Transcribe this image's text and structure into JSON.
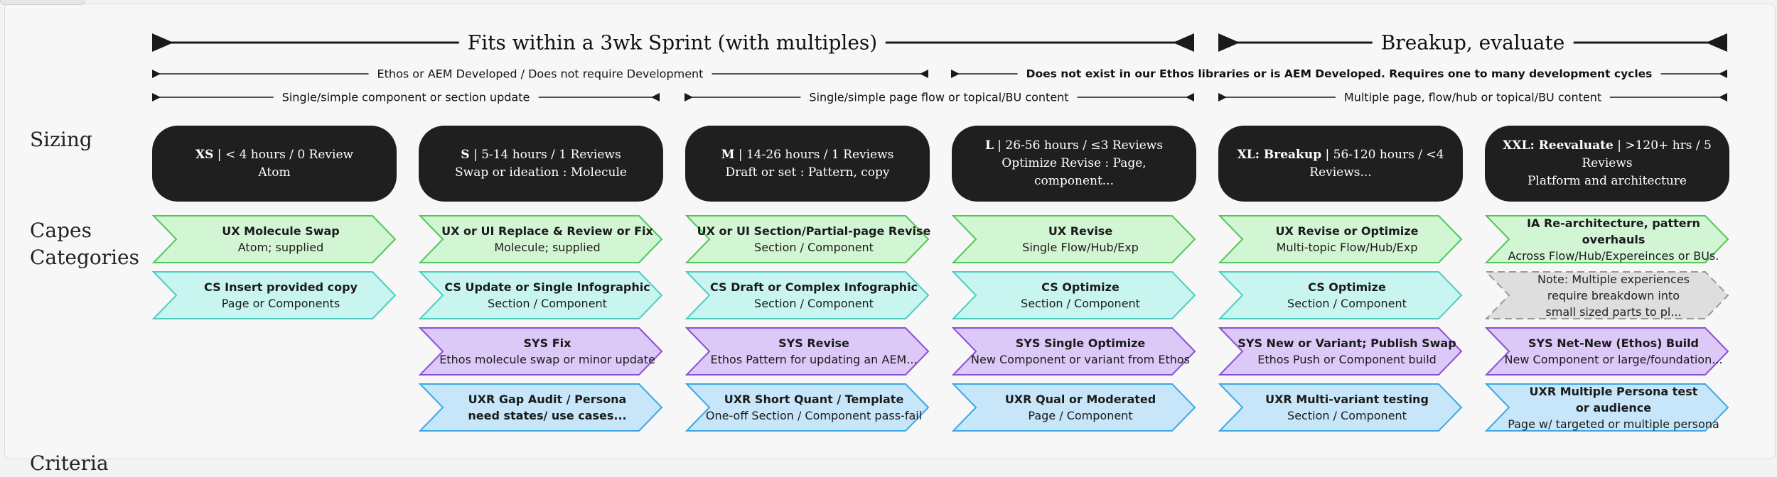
{
  "row_labels": {
    "sizing": "Sizing",
    "capes": "Capes",
    "categories": "Categories",
    "criteria": "Criteria"
  },
  "rulers": {
    "sprint": "Fits within a 3wk Sprint (with multiples)",
    "breakup": "Breakup, evaluate",
    "ethos_dev": "Ethos or AEM Developed / Does not require Development",
    "not_exist": "Does not exist in our Ethos libraries or is AEM Developed. Requires one to many development cycles",
    "single_component": "Single/simple component or section update",
    "single_page": "Single/simple page flow or topical/BU content",
    "multiple_page": "Multiple page, flow/hub or topical/BU content"
  },
  "sizes": [
    {
      "code": "XS",
      "detail": " | < 4 hours / 0 Review",
      "sub": "Atom"
    },
    {
      "code": "S",
      "detail": " | 5-14 hours / 1 Reviews",
      "sub": "Swap or ideation : Molecule"
    },
    {
      "code": "M",
      "detail": " | 14-26 hours / 1 Reviews",
      "sub": "Draft or set : Pattern, copy"
    },
    {
      "code": "L",
      "detail": " | 26-56 hours / ≤3 Reviews",
      "sub": "Optimize Revise : Page, component..."
    },
    {
      "code": "XL: Breakup",
      "detail": " | 56-120 hours / <4",
      "sub": "Reviews..."
    },
    {
      "code": "XXL: Reevaluate",
      "detail": " | >120+ hrs / 5 Reviews",
      "sub": "Platform and architecture"
    }
  ],
  "colors": {
    "ux": {
      "fill": "#d2f5d3",
      "stroke": "#52c75a"
    },
    "cs": {
      "fill": "#c9f5f0",
      "stroke": "#4ccfc0"
    },
    "sys": {
      "fill": "#dcc9f8",
      "stroke": "#8a4fd6"
    },
    "uxr": {
      "fill": "#c7e6fa",
      "stroke": "#3ea7e6"
    },
    "note": {
      "fill": "#dedede",
      "stroke": "#9a9a9a"
    }
  },
  "categories": [
    [
      {
        "kind": "ux",
        "title": "UX Molecule Swap",
        "sub": "Atom; supplied"
      },
      {
        "kind": "cs",
        "title": "CS Insert provided copy",
        "sub": "Page or Components"
      },
      null,
      null
    ],
    [
      {
        "kind": "ux",
        "title": "UX or UI Replace & Review or Fix",
        "sub": "Molecule; supplied"
      },
      {
        "kind": "cs",
        "title": "CS Update or Single Infographic",
        "sub": "Section / Component"
      },
      {
        "kind": "sys",
        "title": "SYS Fix",
        "sub": "Ethos molecule swap or minor update"
      },
      {
        "kind": "uxr",
        "title": "UXR Gap Audit / Persona need states/ use cases...",
        "sub": ""
      }
    ],
    [
      {
        "kind": "ux",
        "title": "UX or UI Section/Partial-page Revise",
        "sub": "Section / Component"
      },
      {
        "kind": "cs",
        "title": "CS Draft or Complex Infographic",
        "sub": "Section / Component"
      },
      {
        "kind": "sys",
        "title": "SYS Revise",
        "sub": "Ethos Pattern for updating an AEM..."
      },
      {
        "kind": "uxr",
        "title": "UXR Short Quant / Template",
        "sub": "One-off Section / Component pass-fail"
      }
    ],
    [
      {
        "kind": "ux",
        "title": "UX Revise",
        "sub": "Single Flow/Hub/Exp"
      },
      {
        "kind": "cs",
        "title": "CS Optimize",
        "sub": "Section / Component"
      },
      {
        "kind": "sys",
        "title": "SYS Single Optimize",
        "sub": "New Component or variant from Ethos"
      },
      {
        "kind": "uxr",
        "title": "UXR Qual or Moderated",
        "sub": "Page / Component"
      }
    ],
    [
      {
        "kind": "ux",
        "title": "UX Revise or Optimize",
        "sub": "Multi-topic Flow/Hub/Exp"
      },
      {
        "kind": "cs",
        "title": "CS Optimize",
        "sub": "Section / Component"
      },
      {
        "kind": "sys",
        "title": "SYS New or Variant; Publish Swap",
        "sub": "Ethos Push or Component build"
      },
      {
        "kind": "uxr",
        "title": "UXR Multi-variant testing",
        "sub": "Section / Component"
      }
    ],
    [
      {
        "kind": "ux",
        "title": "IA Re-architecture, pattern overhauls",
        "sub": "Across Flow/Hub/Expereinces or BUs."
      },
      {
        "kind": "note",
        "title": "",
        "sub": "Note: Multiple experiences require breakdown into small sized parts to pl..."
      },
      {
        "kind": "sys",
        "title": "SYS Net-New (Ethos) Build",
        "sub": "New Component or large/foundation..."
      },
      {
        "kind": "uxr",
        "title": "UXR Multiple Persona test or audience",
        "sub": "Page w/ targeted or multiple persona"
      }
    ]
  ]
}
